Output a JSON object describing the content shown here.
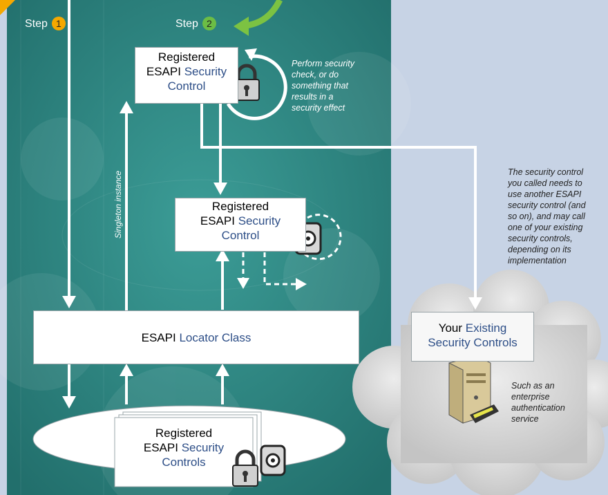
{
  "steps": [
    {
      "label": "Step",
      "number": "1",
      "color": "#f5a800"
    },
    {
      "label": "Step",
      "number": "2",
      "color": "#6cbd45"
    }
  ],
  "top_control": {
    "line1": "Registered",
    "line2_plain": "ESAPI",
    "line2_blue": "Security",
    "line3": "Control"
  },
  "mid_control": {
    "line1": "Registered",
    "line2_plain": "ESAPI",
    "line2_blue": "Security",
    "line3": "Control"
  },
  "locator": {
    "plain": "ESAPI",
    "blue": "Locator Class"
  },
  "registry": {
    "line1": "Registered",
    "line2_plain": "ESAPI",
    "line2_blue": "Security",
    "line3": "Controls"
  },
  "existing": {
    "line1_plain": "Your",
    "line1_blue": "Existing",
    "line2": "Security Controls"
  },
  "notes": {
    "perform": [
      "Perform security",
      "check, or do",
      "something that",
      "results in a",
      "security effect"
    ],
    "called": [
      "The security control",
      "you called needs to",
      "use another ESAPI",
      "security control (and",
      "so on), and may call",
      "one of your existing",
      "security controls,",
      "depending on its",
      "implementation"
    ],
    "enterprise": [
      "Such as an",
      "enterprise",
      "authentication",
      "service"
    ]
  },
  "singleton_label": "Singleton instance",
  "colors": {
    "panel": "#2f8b86",
    "panel_dark": "#1f6b68",
    "background": "#c7d3e5",
    "cloud": "#d4d4d4",
    "accent_blue": "#2d4e87"
  }
}
